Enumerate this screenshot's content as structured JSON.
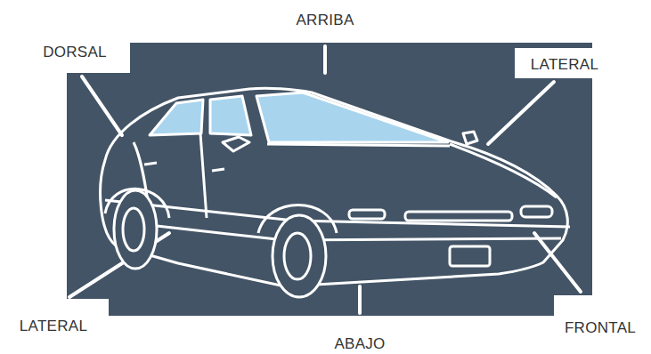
{
  "diagram": {
    "labels": [
      "ARRIBA",
      "DORSAL",
      "LATERAL",
      "LATERAL",
      "ABAJO",
      "FRONTAL"
    ]
  }
}
